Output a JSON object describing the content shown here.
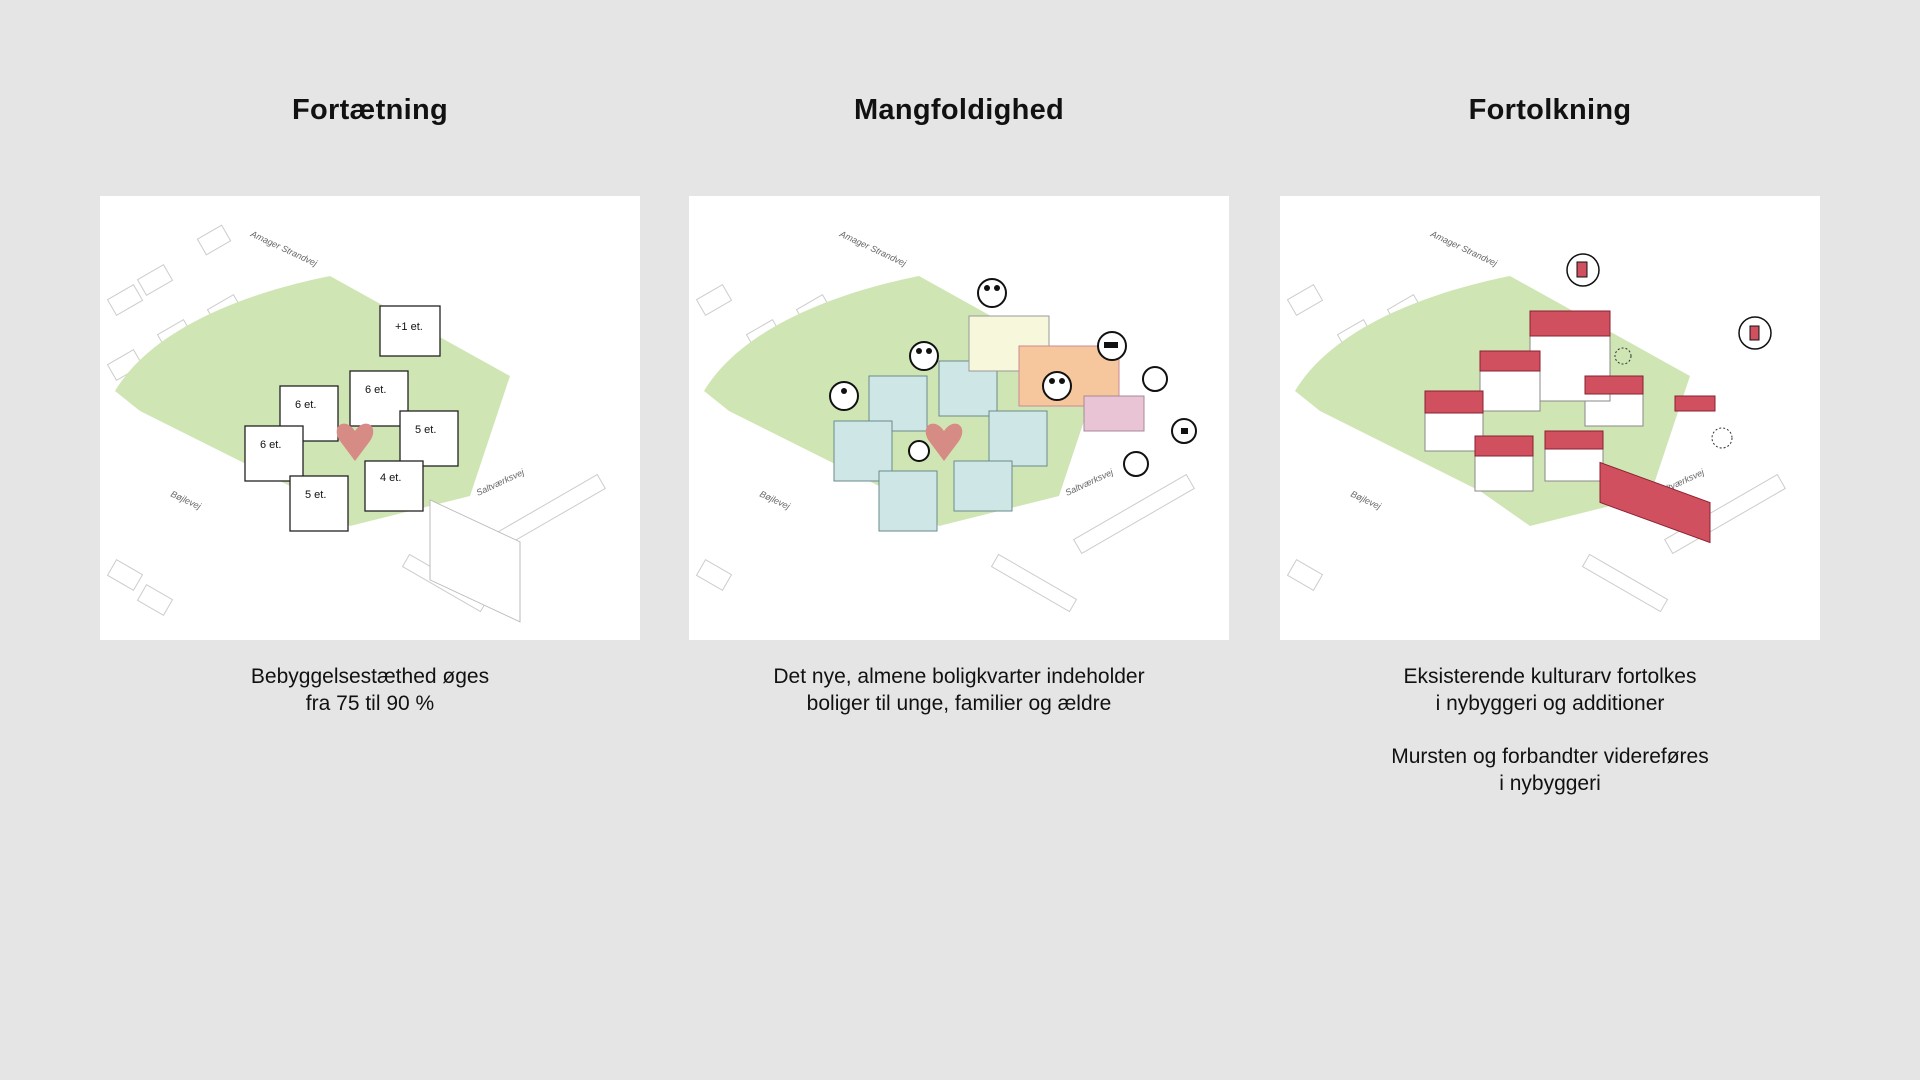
{
  "panels": [
    {
      "title": "Fortætning",
      "caption": [
        "Bebyggelsestæthed øges",
        "fra 75 til 90 %"
      ],
      "roads": [
        "Amager Strandvej",
        "Bøjlevej",
        "Saltværksvej"
      ],
      "building_labels": [
        "+1 et.",
        "6 et.",
        "6 et.",
        "6 et.",
        "5 et.",
        "5 et.",
        "4 et."
      ]
    },
    {
      "title": "Mangfoldighed",
      "caption": [
        "Det nye, almene boligkvarter indeholder",
        "boliger til unge, familier og ældre"
      ],
      "roads": [
        "Amager Strandvej",
        "Bøjlevej",
        "Saltværksvej"
      ]
    },
    {
      "title": "Fortolkning",
      "caption": [
        "Eksisterende kulturarv fortolkes",
        "i nybyggeri og additioner",
        "Mursten og forbandter videreføres",
        "i nybyggeri"
      ],
      "roads": [
        "Amager Strandvej",
        "Bøjlevej",
        "Saltværksvej"
      ]
    }
  ],
  "colors": {
    "background": "#e5e5e5",
    "green": "#cfe6b4",
    "brick": "#d0505f",
    "blue": "#cfe6e6",
    "orange": "#f6c79c"
  }
}
